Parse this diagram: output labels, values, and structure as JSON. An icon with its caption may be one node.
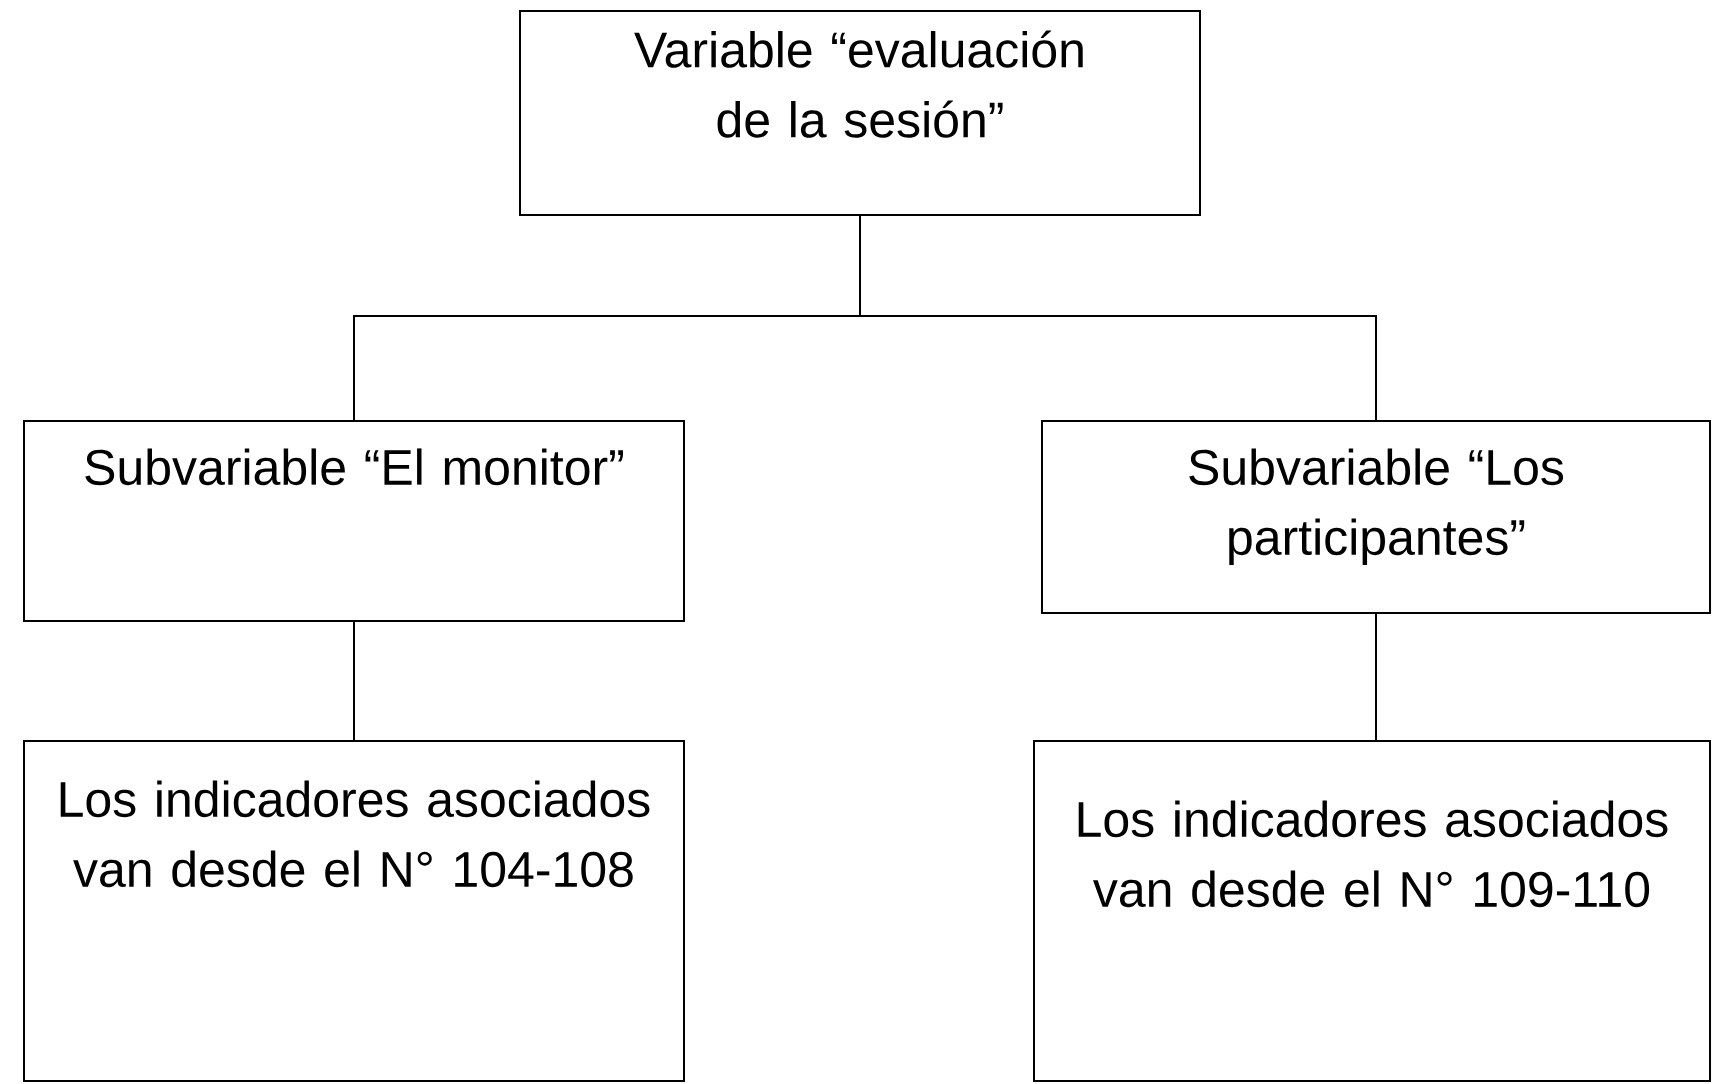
{
  "diagram": {
    "nodes": [
      {
        "text": [
          "Variable “evaluación de la sesión”"
        ]
      },
      {
        "text": [
          "Subvariable “El monitor”"
        ]
      },
      {
        "text": [
          "Subvariable “Los participantes”"
        ]
      },
      {
        "text": [
          "Los indicadores asociados van desde el N° 104-108"
        ]
      },
      {
        "text": [
          "Los indicadores asociados van desde el N° 109-110"
        ]
      }
    ],
    "edges": [
      {
        "from": 0,
        "to": 1,
        "arrow": "none"
      },
      {
        "from": 0,
        "to": 2,
        "arrow": "none"
      },
      {
        "from": 1,
        "to": 3,
        "arrow": "none"
      },
      {
        "from": 2,
        "to": 4,
        "arrow": "none"
      }
    ]
  }
}
